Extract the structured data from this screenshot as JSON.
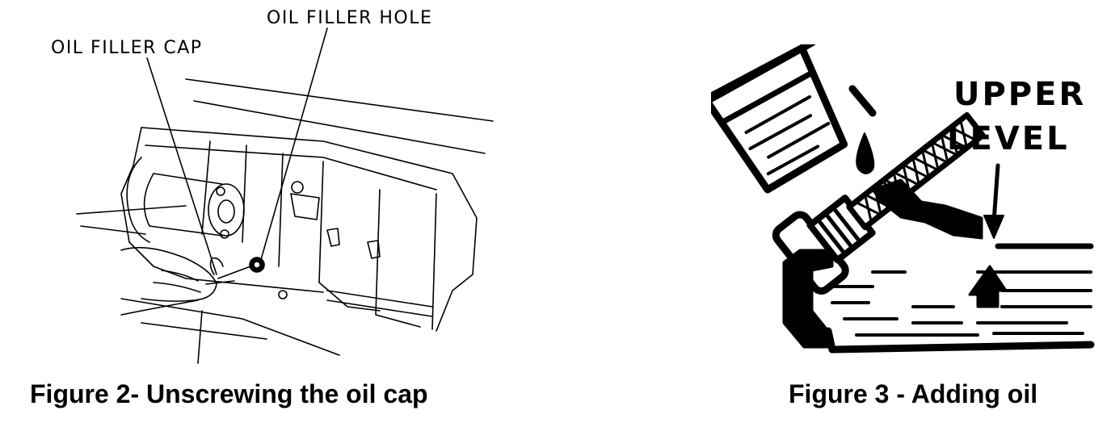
{
  "figure2": {
    "caption": "Figure 2- Unscrewing the oil cap",
    "label_cap": "OIL FILLER CAP",
    "label_hole": "OIL FILLER HOLE"
  },
  "figure3": {
    "caption": "Figure 3 - Adding oil",
    "label_line1": "UPPER",
    "label_line2": "LEVEL"
  }
}
